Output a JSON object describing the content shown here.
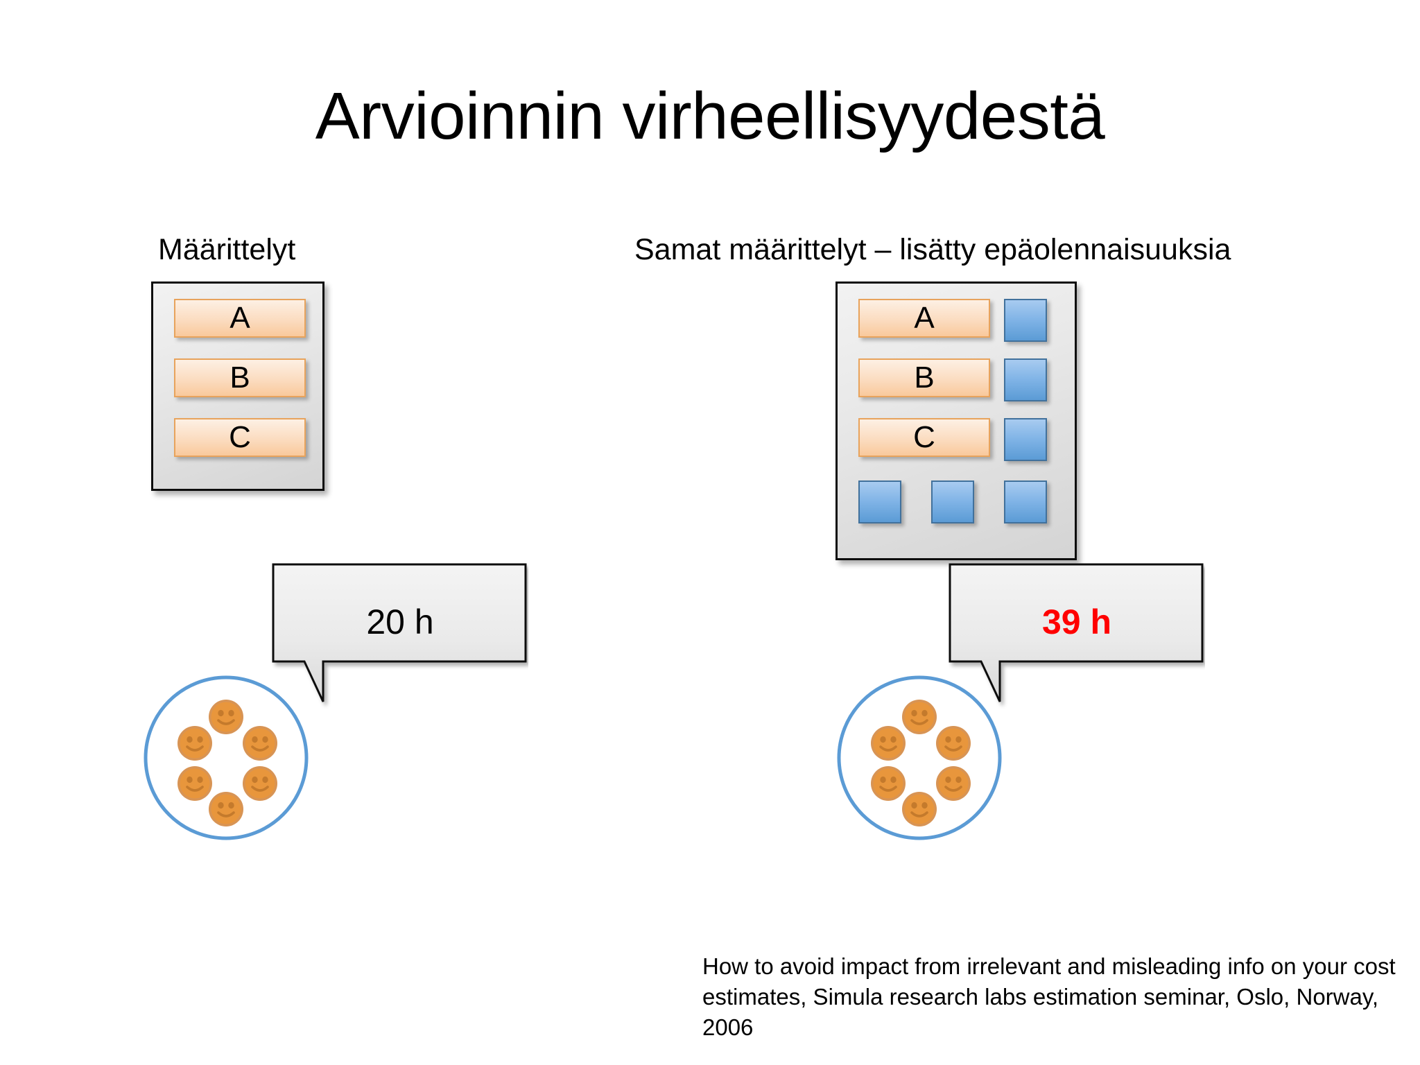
{
  "slide": {
    "title": "Arvioinnin virheellisyydestä",
    "background_color": "#ffffff"
  },
  "columns": {
    "left": {
      "caption": "Määrittelyt",
      "requirement_boxes": [
        {
          "label": "A"
        },
        {
          "label": "B"
        },
        {
          "label": "C"
        }
      ],
      "noise_boxes": [],
      "estimate": {
        "value": "20 h",
        "color": "#000000",
        "bold": false
      }
    },
    "right": {
      "caption": "Samat määrittelyt – lisätty epäolennaisuuksia",
      "requirement_boxes": [
        {
          "label": "A"
        },
        {
          "label": "B"
        },
        {
          "label": "C"
        }
      ],
      "noise_boxes": [
        {
          "name": "noise-right-1"
        },
        {
          "name": "noise-right-2"
        },
        {
          "name": "noise-right-3"
        },
        {
          "name": "noise-bottom-1"
        },
        {
          "name": "noise-bottom-2"
        },
        {
          "name": "noise-bottom-3"
        }
      ],
      "estimate": {
        "value": "39 h",
        "color": "#ff0000",
        "bold": true
      }
    }
  },
  "team": {
    "smiley_count": 6,
    "circle_stroke_color": "#5b9bd5",
    "smiley_fill_color": "#e8963c",
    "smiley_ring_color": "#d08234"
  },
  "colors": {
    "requirement_box_fill_top": "#fdf0e4",
    "requirement_box_fill_bottom": "#f9c99c",
    "requirement_box_border": "#e8a35c",
    "noise_box_fill_top": "#a8cbf0",
    "noise_box_fill_bottom": "#5b9bd5",
    "noise_box_border": "#41719c",
    "panel_border": "#0d0d0d",
    "bubble_fill": "#e9e9e9",
    "bubble_border": "#0d0d0d",
    "accent_red": "#ff0000"
  },
  "source_caption": "How to avoid impact from irrelevant and misleading info on your cost estimates, Simula research labs estimation seminar, Oslo, Norway, 2006"
}
